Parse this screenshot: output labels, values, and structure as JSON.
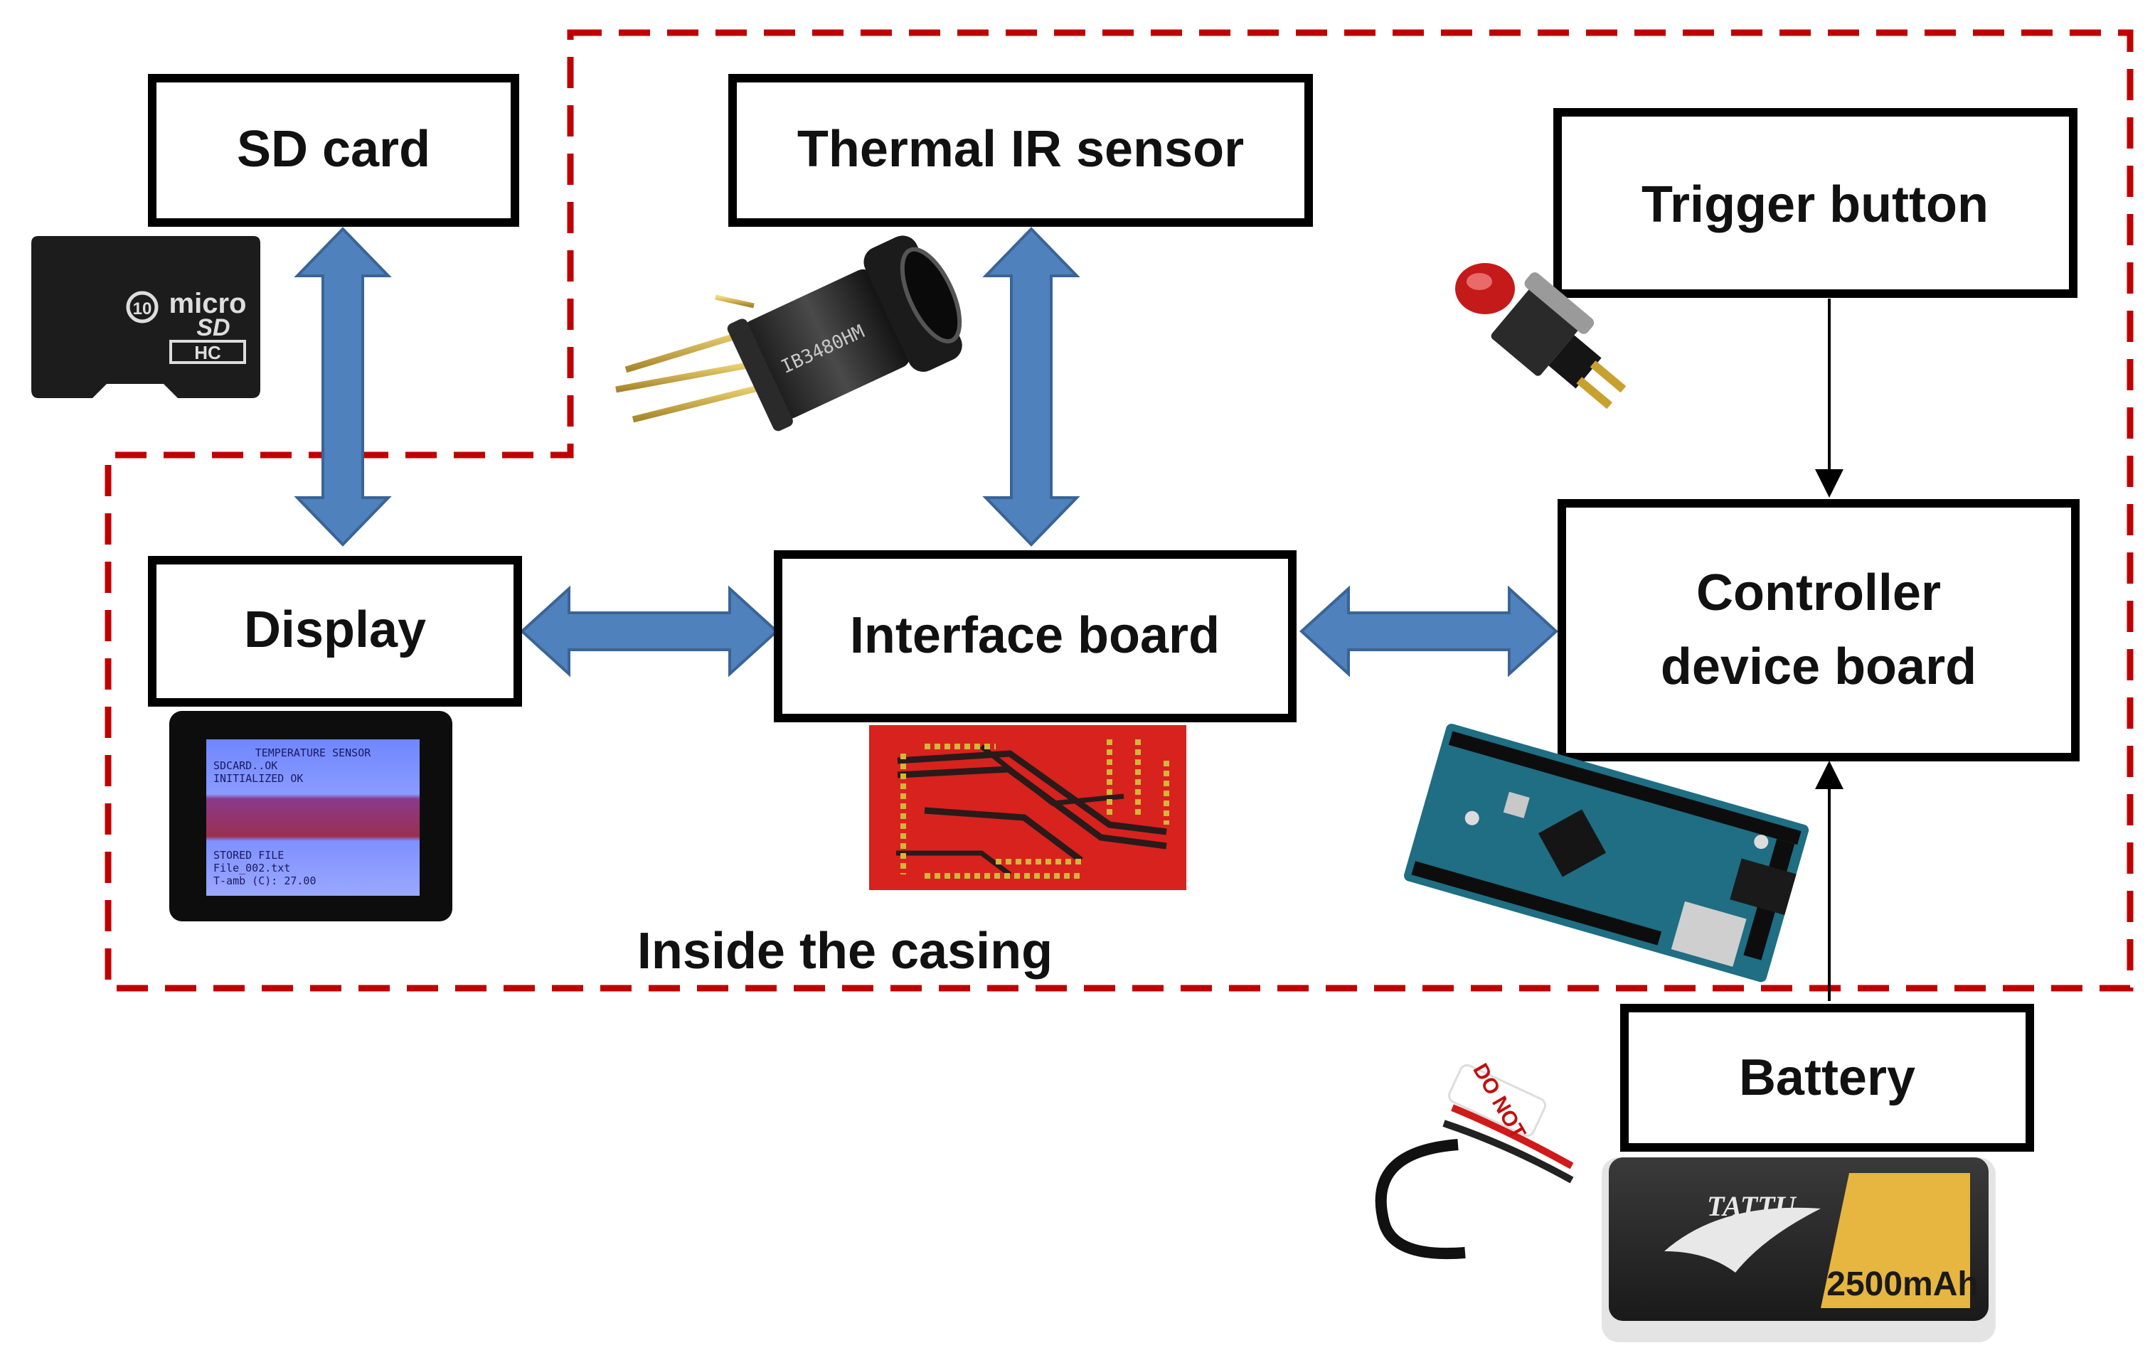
{
  "blocks": {
    "sd_card": "SD card",
    "thermal_ir_sensor": "Thermal IR sensor",
    "trigger_button": "Trigger button",
    "display": "Display",
    "interface_board": "Interface board",
    "controller_line1": "Controller",
    "controller_line2": "device board",
    "battery": "Battery"
  },
  "region_label": "Inside the casing",
  "sd_card_image": {
    "class_mark": "10",
    "brand_line1": "micro",
    "brand_line2": "SD",
    "brand_line3": "HC"
  },
  "sensor_image": {
    "part_marking": "IB3480HM"
  },
  "display_screen": {
    "line1": "TEMPERATURE SENSOR",
    "line2": "SDCARD..OK",
    "line3": "INITIALIZED OK",
    "line4": "STORED FILE",
    "line5": "File_002.txt",
    "line6": "T-amb (C):  27.00"
  },
  "battery_image": {
    "brand": "TATTU",
    "capacity": "2500mAh",
    "warning_tag": "DO NOT"
  },
  "colors": {
    "arrow_fill": "#4f81bd",
    "arrow_stroke": "#3a6496",
    "casing_dash": "#c00000",
    "box_border": "#000000"
  }
}
